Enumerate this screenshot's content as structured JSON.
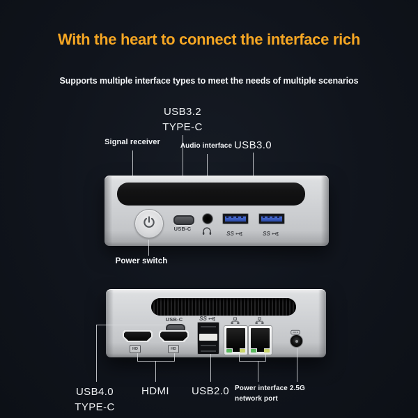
{
  "header": {
    "title": "With the heart to connect the interface rich",
    "subtitle": "Supports multiple interface types to meet the needs of multiple scenarios"
  },
  "front": {
    "labels": {
      "usb32_l1": "USB3.2",
      "usb32_l2": "TYPE-C",
      "signal_receiver": "Signal receiver",
      "audio_interface": "Audio interface",
      "usb30": "USB3.0",
      "power_switch": "Power switch"
    },
    "panel": {
      "usbc": "USB-C",
      "ss": "SS"
    }
  },
  "back": {
    "panel": {
      "usbc": "USB-C",
      "ss": "SS",
      "hd": "HD"
    },
    "labels": {
      "usb40_l1": "USB4.0",
      "usb40_l2": "TYPE-C",
      "hdmi": "HDMI",
      "usb20": "USB2.0",
      "power_net_l1": "Power interface 2.5G",
      "power_net_l2": "network port"
    }
  },
  "colors": {
    "accent_orange": "#f5a623",
    "background_dark": "#10141c",
    "text_white": "#f2f4f6",
    "device_silver": "#cfd1d4",
    "usb3_blue": "#3b5ec1",
    "led_green": "#58b75c",
    "led_yellow": "#c9d46a"
  },
  "icons": {
    "power": "power-icon",
    "headphones": "headphone-icon",
    "usb_trident": "usb-trident-icon",
    "network": "network-icon",
    "dc_plug": "dc-plug-icon"
  }
}
